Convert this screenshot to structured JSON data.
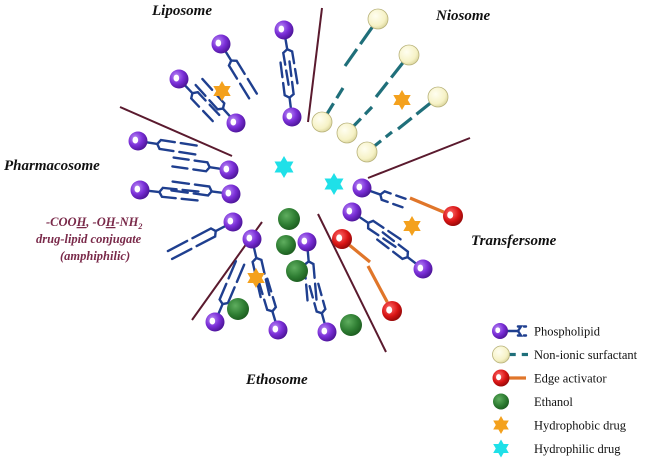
{
  "sectors": {
    "liposome": "Liposome",
    "niosome": "Niosome",
    "pharmacosome": "Pharmacosome",
    "transfersome": "Transfersome",
    "ethosome": "Ethosome"
  },
  "pharmacosome_note": {
    "line1_parts": [
      "-COO",
      "H",
      ", -O",
      "H",
      "-NH",
      "2"
    ],
    "line2": "drug-lipid conjugate",
    "line3": "(amphiphilic)"
  },
  "legend": [
    {
      "icon": "phospholipid-icon",
      "label": "Phospholipid"
    },
    {
      "icon": "non-ionic-surfactant-icon",
      "label": "Non-ionic surfactant"
    },
    {
      "icon": "edge-activator-icon",
      "label": "Edge activator"
    },
    {
      "icon": "ethanol-icon",
      "label": "Ethanol"
    },
    {
      "icon": "hydrophobic-drug-icon",
      "label": "Hydrophobic drug"
    },
    {
      "icon": "hydrophilic-drug-icon",
      "label": "Hydrophilic drug"
    }
  ],
  "colors": {
    "phospholipid_head": "#7b2fd8",
    "phospholipid_tail": "#1f3f8f",
    "surfactant_head": "#f6f2c6",
    "surfactant_tail": "#1f6f7a",
    "edge_activator_head": "#d81414",
    "edge_activator_tail": "#e0762a",
    "ethanol": "#2e7d32",
    "hydrophobic_drug": "#f4a11d",
    "hydrophilic_drug": "#1fe0e8",
    "divider": "#5a1a2e",
    "note_text": "#7a2a4a"
  }
}
